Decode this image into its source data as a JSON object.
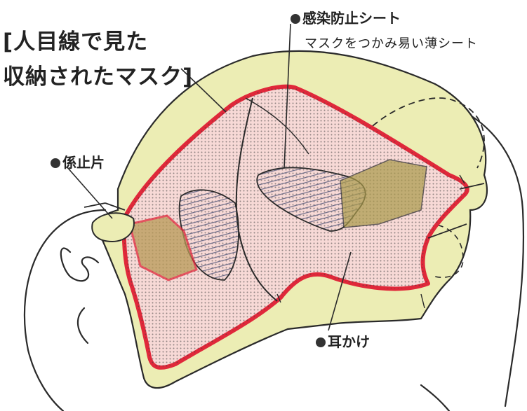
{
  "title": {
    "line1": "[人目線で見た",
    "line2": "収納されたマスク]"
  },
  "labels": {
    "anti_infection_sheet": "感染防止シート",
    "anti_infection_sheet_desc": "マスクをつかみ易い薄シート",
    "locking_piece": "係止片",
    "ear_loop": "耳かけ"
  },
  "colors": {
    "case_fill": "#ecedb4",
    "mask_edge": "#e0283a",
    "mask_fill": "#f7d9d6",
    "hatch": "#7a7890",
    "ink": "#2a2a2a"
  }
}
